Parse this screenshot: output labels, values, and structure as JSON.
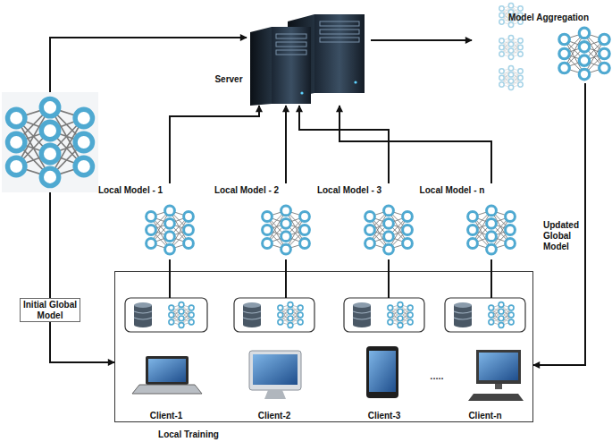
{
  "diagram": {
    "nodes": [
      {
        "text": [
          "Server"
        ]
      },
      {
        "text": [
          "Model Aggregation"
        ]
      },
      {
        "text": [
          "Local Model - 1"
        ]
      },
      {
        "text": [
          "Local Model - 2"
        ]
      },
      {
        "text": [
          "Local Model - 3"
        ]
      },
      {
        "text": [
          "Local Model - n"
        ]
      },
      {
        "text": [
          "Initial Global Model"
        ]
      },
      {
        "text": [
          "Local Training"
        ]
      },
      {
        "text": [
          "Client-1"
        ],
        "in": 7
      },
      {
        "text": [
          "Client-2"
        ],
        "in": 7
      },
      {
        "text": [
          "Client-3"
        ],
        "in": 7
      },
      {
        "text": [
          "Client-n"
        ],
        "in": 7
      }
    ],
    "edges": [
      {
        "from": 2,
        "to": 0,
        "arrow": "to"
      },
      {
        "from": 3,
        "to": 0,
        "arrow": "to"
      },
      {
        "from": 4,
        "to": 0,
        "arrow": "to"
      },
      {
        "from": 5,
        "to": 0,
        "arrow": "to"
      },
      {
        "from": 0,
        "to": 1,
        "arrow": "to"
      },
      {
        "from": 1,
        "to": 7,
        "label": "Updated Global Model",
        "arrow": "to"
      },
      {
        "from": 6,
        "to": 7,
        "arrow": "to"
      },
      {
        "from": 8,
        "to": 2,
        "arrow": "none"
      },
      {
        "from": 9,
        "to": 3,
        "arrow": "none"
      },
      {
        "from": 10,
        "to": 4,
        "arrow": "none"
      },
      {
        "from": 11,
        "to": 5,
        "arrow": "none"
      }
    ],
    "labels": [
      "....."
    ]
  }
}
